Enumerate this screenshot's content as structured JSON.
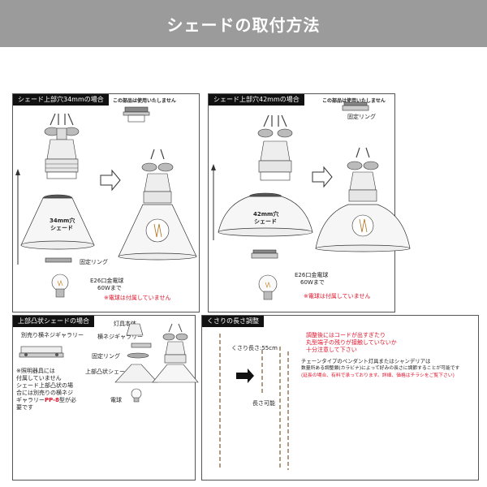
{
  "banner": {
    "title": "シェードの取付方法"
  },
  "panel34": {
    "header": "シェード上部穴34mmの場合",
    "not_used": "この部品は使用いたしません",
    "hole_label_1": "34mm穴",
    "hole_label_2": "シェード",
    "ring_label": "固定リング",
    "bulb_label_1": "E26口金電球",
    "bulb_label_2": "60Wまで",
    "bulb_note": "※電球は付属していません"
  },
  "panel42": {
    "header": "シェード上部穴42mmの場合",
    "not_used": "この部品は使用いたしません",
    "ring_label": "固定リング",
    "hole_label_1": "42mm穴",
    "hole_label_2": "シェード",
    "bulb_label_1": "E26口金電球",
    "bulb_label_2": "60Wまで",
    "bulb_note": "※電球は付属していません"
  },
  "panel_convex": {
    "header": "上部凸状シェードの場合",
    "gallery_label": "別売り横ネジギャラリー",
    "fixture_label": "灯具本体",
    "gallery_part_label": "横ネジギャラリー",
    "ring_label": "固定リング",
    "shade_label": "上部凸状シェード",
    "bulb_label": "電球",
    "note_lines": [
      "※照明器具には",
      "付属していません",
      "シェード上部凸状の場",
      "合には別売りの横ネジ",
      "ギャラリー"
    ],
    "note_model": "PP-8",
    "note_tail_1": "型が必",
    "note_tail_2": "要です"
  },
  "panel_chain": {
    "header": "くさりの長さ調整",
    "chain_length": "くさり長さ:55cm",
    "adjustable": "長さ可能",
    "red_notes": [
      "調整後にはコードが出すぎたり",
      "丸型端子の残りが接触していないか",
      "十分注意して下さい"
    ],
    "black_notes": [
      "チェーンタイプのペンダント灯具またはシャンデリアは",
      "数量所ある調整鎖(カラビナ)によって好みの長さに調節することが可能です"
    ],
    "red_notes_2": [
      "(延長の場合、有料で承っております。詳細、価格はチラシをご覧下さい)"
    ]
  }
}
